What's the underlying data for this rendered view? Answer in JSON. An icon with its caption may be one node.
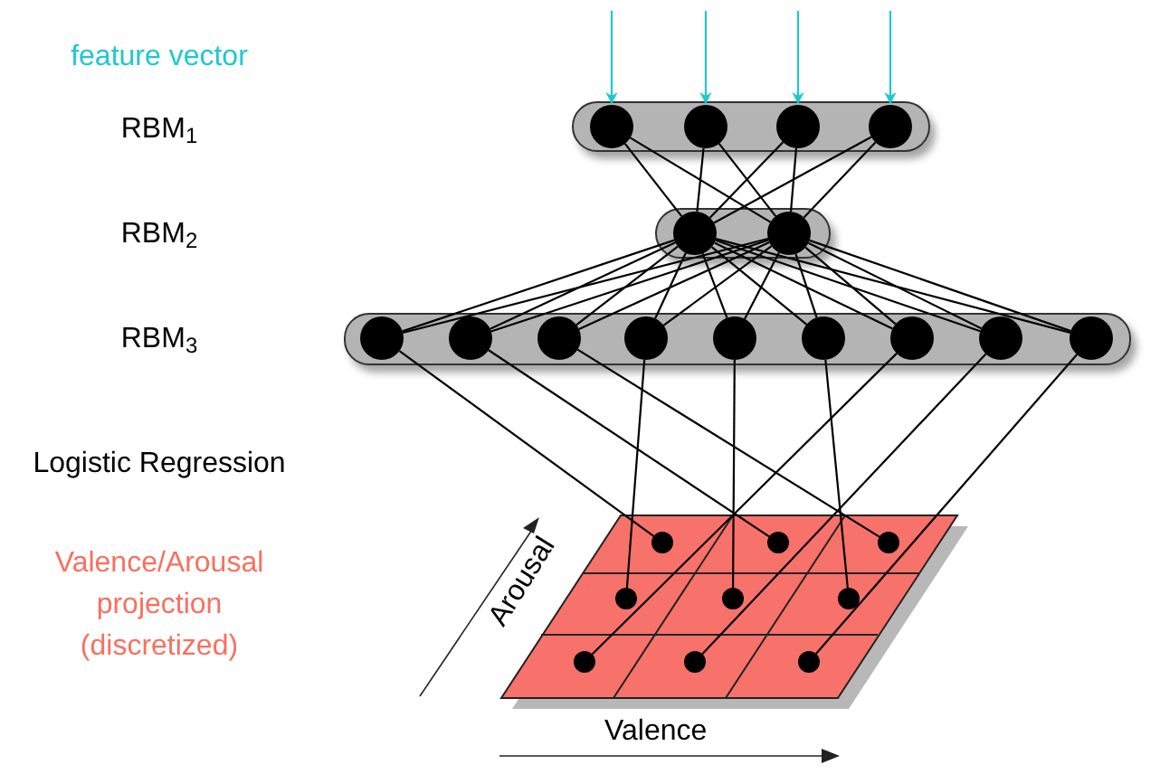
{
  "diagram": {
    "nodes": [
      {
        "text": [],
        "shape": "bar"
      },
      {
        "text": [],
        "shape": "circle",
        "in": 0
      },
      {
        "text": [],
        "shape": "circle",
        "in": 0
      },
      {
        "text": [],
        "shape": "circle",
        "in": 0
      },
      {
        "text": [],
        "shape": "circle",
        "in": 0
      },
      {
        "text": [],
        "shape": "bar"
      },
      {
        "text": [],
        "shape": "circle",
        "in": 5
      },
      {
        "text": [],
        "shape": "circle",
        "in": 5
      },
      {
        "text": [],
        "shape": "bar"
      },
      {
        "text": [],
        "shape": "circle",
        "in": 8
      },
      {
        "text": [],
        "shape": "circle",
        "in": 8
      },
      {
        "text": [],
        "shape": "circle",
        "in": 8
      },
      {
        "text": [],
        "shape": "circle",
        "in": 8
      },
      {
        "text": [],
        "shape": "circle",
        "in": 8
      },
      {
        "text": [],
        "shape": "circle",
        "in": 8
      },
      {
        "text": [],
        "shape": "circle",
        "in": 8
      },
      {
        "text": [],
        "shape": "circle",
        "in": 8
      },
      {
        "text": [],
        "shape": "circle",
        "in": 8
      },
      {
        "text": [],
        "shape": "circle"
      },
      {
        "text": [],
        "shape": "circle"
      },
      {
        "text": [],
        "shape": "circle"
      },
      {
        "text": [],
        "shape": "circle"
      },
      {
        "text": [],
        "shape": "circle"
      },
      {
        "text": [],
        "shape": "circle"
      },
      {
        "text": [],
        "shape": "circle"
      },
      {
        "text": [],
        "shape": "circle"
      },
      {
        "text": [],
        "shape": "circle"
      }
    ],
    "edges": [
      {
        "from": null,
        "to": 1,
        "arrow": "to",
        "color": "#1ec8d0"
      },
      {
        "from": null,
        "to": 2,
        "arrow": "to",
        "color": "#1ec8d0"
      },
      {
        "from": null,
        "to": 3,
        "arrow": "to",
        "color": "#1ec8d0"
      },
      {
        "from": null,
        "to": 4,
        "arrow": "to",
        "color": "#1ec8d0"
      },
      {
        "from": 1,
        "to": 6,
        "arrow": "none"
      },
      {
        "from": 1,
        "to": 7,
        "arrow": "none"
      },
      {
        "from": 2,
        "to": 6,
        "arrow": "none"
      },
      {
        "from": 2,
        "to": 7,
        "arrow": "none"
      },
      {
        "from": 3,
        "to": 6,
        "arrow": "none"
      },
      {
        "from": 3,
        "to": 7,
        "arrow": "none"
      },
      {
        "from": 4,
        "to": 6,
        "arrow": "none"
      },
      {
        "from": 4,
        "to": 7,
        "arrow": "none"
      },
      {
        "from": 6,
        "to": 9,
        "arrow": "none"
      },
      {
        "from": 6,
        "to": 10,
        "arrow": "none"
      },
      {
        "from": 6,
        "to": 11,
        "arrow": "none"
      },
      {
        "from": 6,
        "to": 12,
        "arrow": "none"
      },
      {
        "from": 6,
        "to": 13,
        "arrow": "none"
      },
      {
        "from": 6,
        "to": 14,
        "arrow": "none"
      },
      {
        "from": 6,
        "to": 15,
        "arrow": "none"
      },
      {
        "from": 6,
        "to": 16,
        "arrow": "none"
      },
      {
        "from": 6,
        "to": 17,
        "arrow": "none"
      },
      {
        "from": 7,
        "to": 9,
        "arrow": "none"
      },
      {
        "from": 7,
        "to": 10,
        "arrow": "none"
      },
      {
        "from": 7,
        "to": 11,
        "arrow": "none"
      },
      {
        "from": 7,
        "to": 12,
        "arrow": "none"
      },
      {
        "from": 7,
        "to": 13,
        "arrow": "none"
      },
      {
        "from": 7,
        "to": 14,
        "arrow": "none"
      },
      {
        "from": 7,
        "to": 15,
        "arrow": "none"
      },
      {
        "from": 7,
        "to": 16,
        "arrow": "none"
      },
      {
        "from": 7,
        "to": 17,
        "arrow": "none"
      },
      {
        "from": 9,
        "to": 18,
        "arrow": "none"
      },
      {
        "from": 10,
        "to": 19,
        "arrow": "none"
      },
      {
        "from": 11,
        "to": 20,
        "arrow": "none"
      },
      {
        "from": 12,
        "to": 21,
        "arrow": "none"
      },
      {
        "from": 13,
        "to": 22,
        "arrow": "none"
      },
      {
        "from": 14,
        "to": 23,
        "arrow": "none"
      },
      {
        "from": 15,
        "to": 24,
        "arrow": "none"
      },
      {
        "from": 16,
        "to": 25,
        "arrow": "none"
      },
      {
        "from": 17,
        "to": 26,
        "arrow": "none"
      }
    ],
    "labels": [
      "feature vector",
      "RBM$_{1}$",
      "RBM$_{2}$",
      "RBM$_{3}$",
      "Logistic Regression",
      "Valence/Arousal projection (discretized)",
      "Arousal",
      "Valence"
    ]
  }
}
